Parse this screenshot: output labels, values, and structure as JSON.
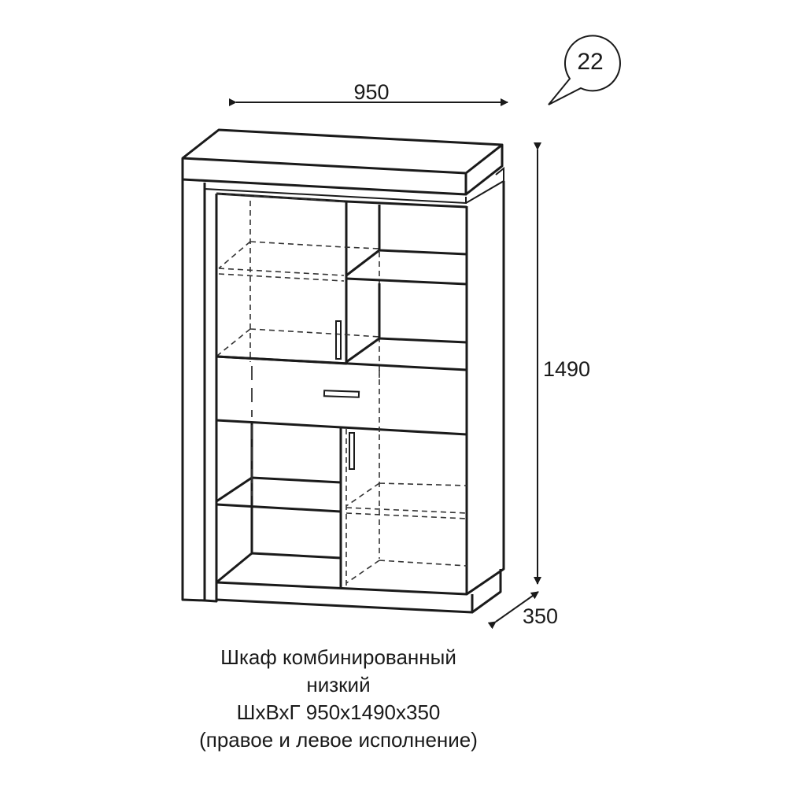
{
  "item_number": "22",
  "dimensions": {
    "width": "950",
    "height": "1490",
    "depth": "350"
  },
  "caption": {
    "line1": "Шкаф комбинированный",
    "line2": "низкий",
    "line3": "ШхВхГ 950х1490х350",
    "line4": "(правое и левое исполнение)"
  }
}
